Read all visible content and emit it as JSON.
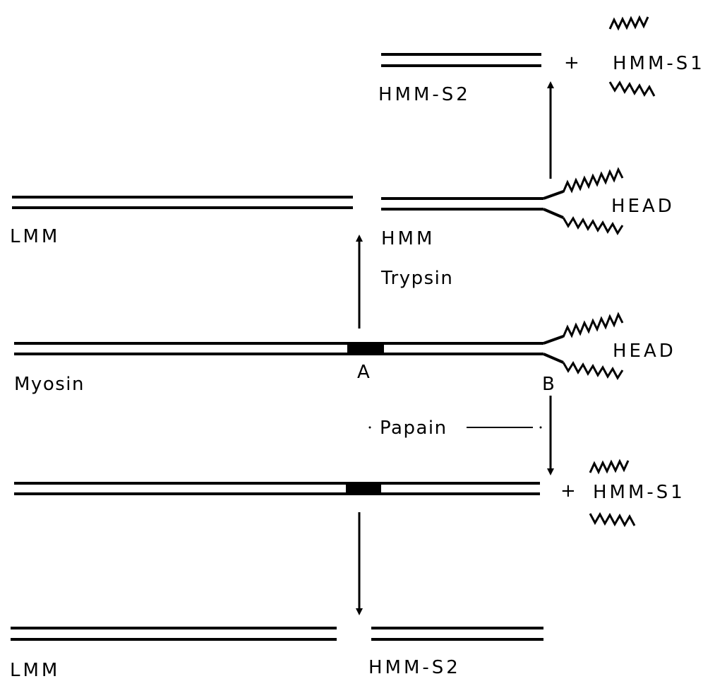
{
  "colors": {
    "ink": "#000000",
    "background": "#ffffff"
  },
  "labels": {
    "top_s2": "HMM-S2",
    "top_plus": "+",
    "top_s1": "HMM-S1",
    "lmm_upper": "LMM",
    "hmm": "HMM",
    "head_upper": "HEAD",
    "trypsin": "Trypsin",
    "myosin": "Myosin",
    "site_a": "A",
    "site_b": "B",
    "head_mid": "HEAD",
    "papain": "Papain",
    "bottom_plus": "+",
    "bottom_s1": "HMM-S1",
    "lmm_lower": "LMM",
    "s2_lower": "HMM-S2"
  }
}
